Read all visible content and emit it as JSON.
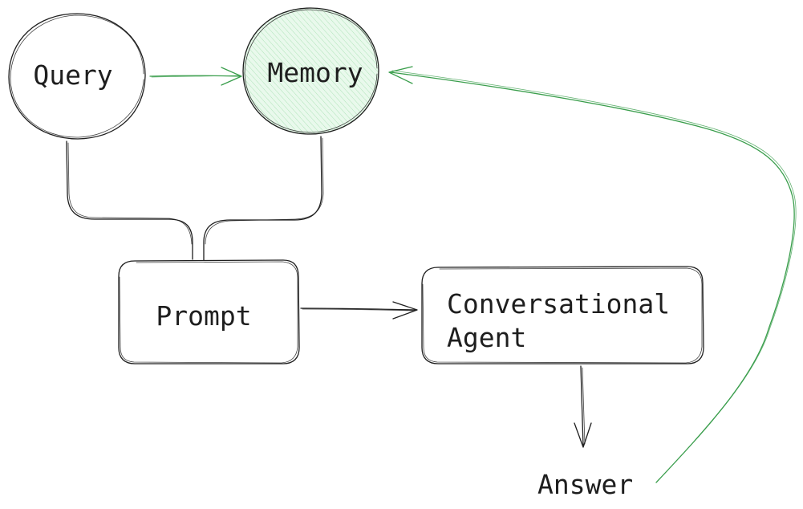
{
  "nodes": {
    "query": {
      "label": "Query"
    },
    "memory": {
      "label": "Memory",
      "fill_color": "#d8f5dc"
    },
    "prompt": {
      "label": "Prompt"
    },
    "agent": {
      "label_line1": "Conversational",
      "label_line2": "Agent"
    },
    "answer": {
      "label": "Answer"
    }
  },
  "colors": {
    "ink": "#1e1e1e",
    "accent_edge": "#3a9e4c",
    "memory_fill": "#d8f5dc"
  },
  "edges": [
    {
      "from": "Query",
      "to": "Memory",
      "style": "arrow",
      "color": "green"
    },
    {
      "from": "Query",
      "to": "Prompt",
      "style": "connector",
      "color": "black"
    },
    {
      "from": "Memory",
      "to": "Prompt",
      "style": "connector",
      "color": "black"
    },
    {
      "from": "Prompt",
      "to": "Conversational Agent",
      "style": "arrow",
      "color": "black"
    },
    {
      "from": "Conversational Agent",
      "to": "Answer",
      "style": "arrow",
      "color": "black"
    },
    {
      "from": "Answer",
      "to": "Memory",
      "style": "curved-arrow",
      "color": "green"
    }
  ]
}
